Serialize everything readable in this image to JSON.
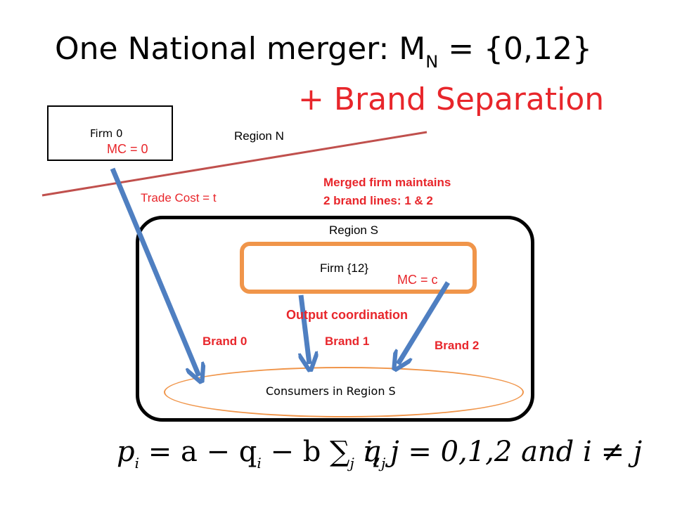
{
  "title": {
    "main": "One National merger: M",
    "sub": "N",
    "rest": " = {0,12}"
  },
  "subtitle": "+ Brand Separation",
  "firm0": {
    "label": "Firm 0",
    "mc": "MC = 0"
  },
  "region_n": "Region N",
  "trade_cost": "Trade Cost = t",
  "merged_note": {
    "line1": "Merged firm maintains",
    "line2": "2 brand lines: 1 & 2"
  },
  "region_s": "Region S",
  "firm12": {
    "label": "Firm {12}",
    "mc": "MC = c"
  },
  "output_coordination": "Output coordination",
  "brands": {
    "b0": "Brand 0",
    "b1": "Brand 1",
    "b2": "Brand 2"
  },
  "consumers": "Consumers in Region S",
  "equation": {
    "lhs": "p",
    "lhs_sub": "i",
    "rhs": "= a − q",
    "rhs_sub": "i",
    "b_part": " − b ∑",
    "sum_sub": "j",
    "q": " q",
    "q_sub": "j",
    "cond": "i, j = 0,1,2 and i ≠ j"
  },
  "colors": {
    "arrow": "#4f7fc1",
    "accent_red": "#e8262b",
    "orange": "#f0954a",
    "region_line": "#c0504d"
  }
}
